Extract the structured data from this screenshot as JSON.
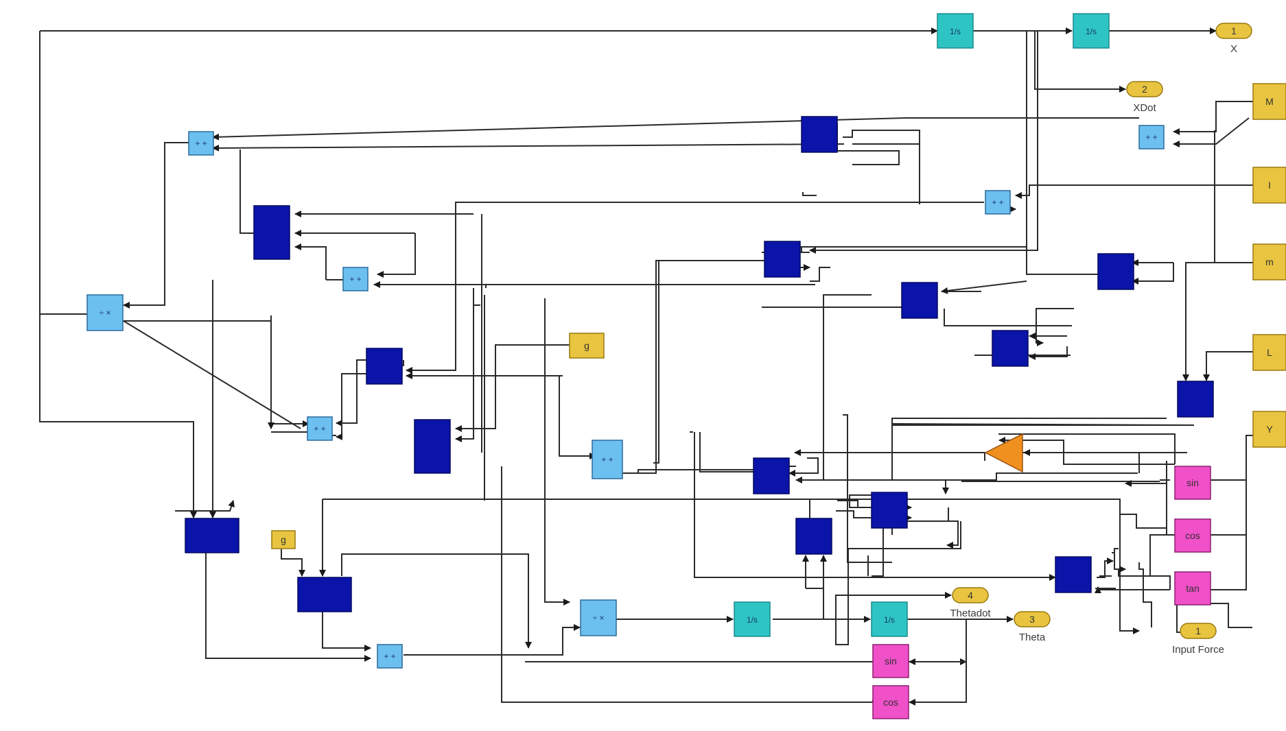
{
  "outports": [
    {
      "num": "1",
      "label": "X"
    },
    {
      "num": "2",
      "label": "XDot"
    },
    {
      "num": "4",
      "label": "Thetadot"
    },
    {
      "num": "3",
      "label": "Theta"
    }
  ],
  "inports": [
    {
      "num": "1",
      "label": "Input Force"
    }
  ],
  "constants": {
    "M": "M",
    "I": "I",
    "m": "m",
    "L": "L",
    "Y": "Y",
    "g1": "g",
    "g2": "g"
  },
  "trig": {
    "sin": "sin",
    "cos": "cos",
    "tan": "tan"
  },
  "integrator_glyph": "1/s",
  "sum_glyph": "+ +",
  "divide_glyph": "÷ ×"
}
